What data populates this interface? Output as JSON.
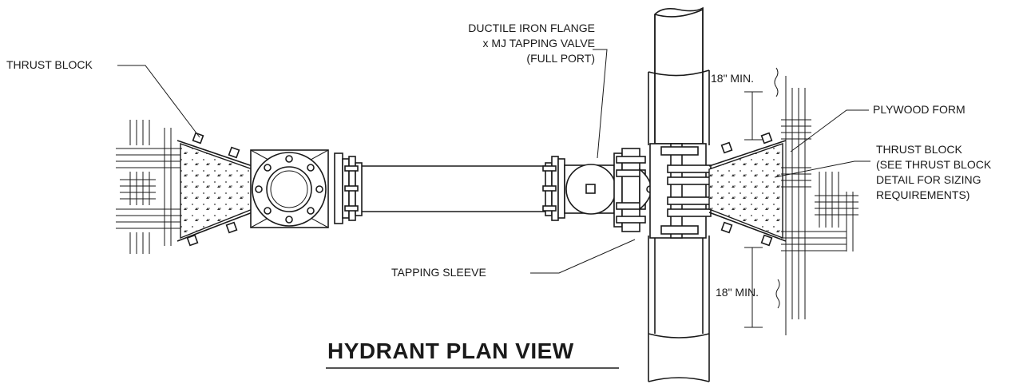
{
  "labels": {
    "thrust_block_left": "THRUST BLOCK",
    "valve_line1": "DUCTILE IRON FLANGE",
    "valve_line2": "x MJ TAPPING VALVE",
    "valve_line3": "(FULL PORT)",
    "min_top": "18\"  MIN.",
    "plywood_form": "PLYWOOD FORM",
    "thrust_block_right_1": "THRUST BLOCK",
    "thrust_block_right_2": "(SEE THRUST BLOCK",
    "thrust_block_right_3": "DETAIL FOR SIZING",
    "thrust_block_right_4": "REQUIREMENTS)",
    "tapping_sleeve": "TAPPING  SLEEVE",
    "min_bottom": "18\"  MIN."
  },
  "title": "HYDRANT PLAN VIEW"
}
